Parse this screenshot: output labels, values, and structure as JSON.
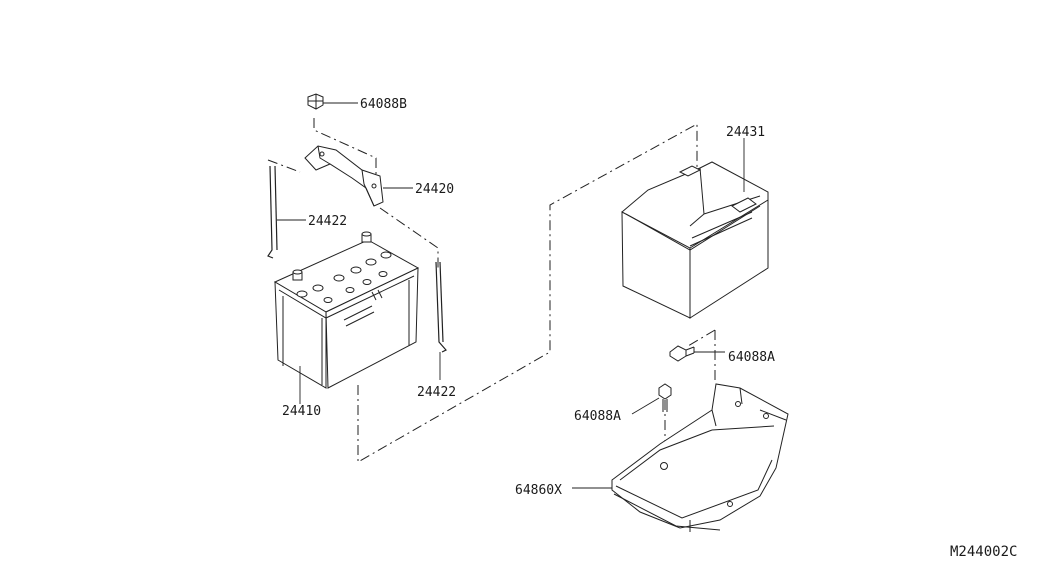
{
  "diagram": {
    "reference_code": "M244002C",
    "parts": {
      "nut_top": "64088B",
      "hold_down_frame": "24420",
      "rod_left": "24422",
      "rod_right": "24422",
      "battery": "24410",
      "battery_tray_cover": "24431",
      "bolt_upper": "64088A",
      "bolt_lower": "64088A",
      "battery_tray": "64860X"
    }
  }
}
